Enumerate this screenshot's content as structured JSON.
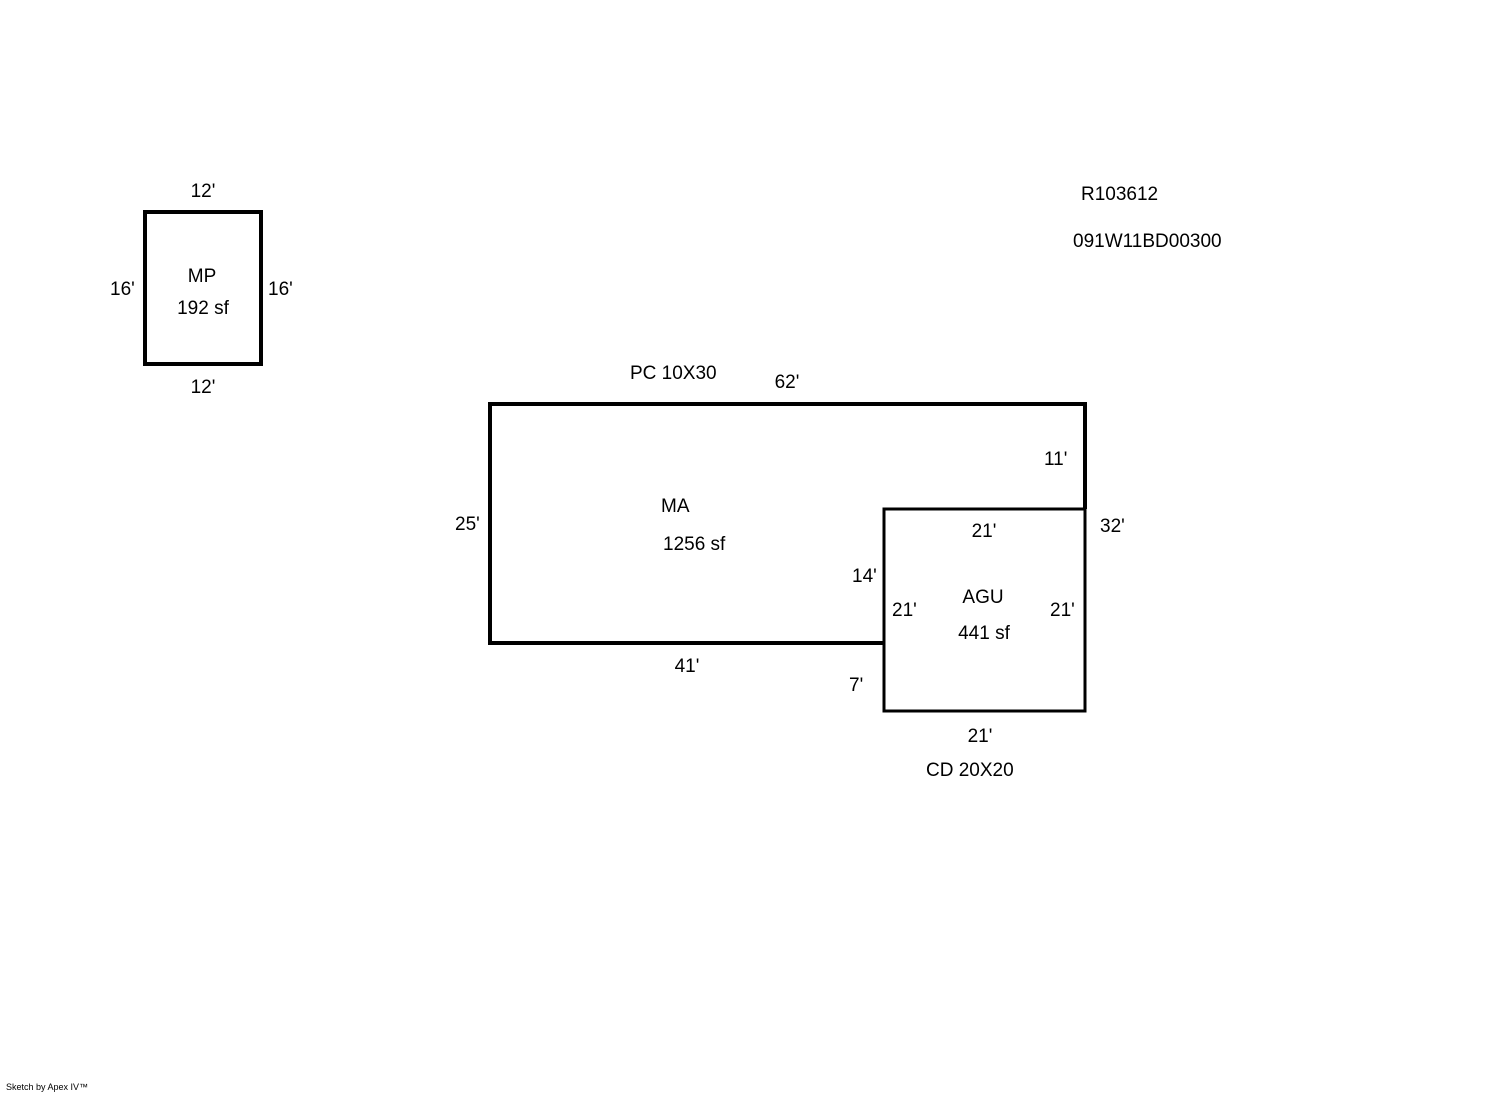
{
  "ids": {
    "account": "R103612",
    "map_number": "091W11BD00300"
  },
  "mp": {
    "code": "MP",
    "area": "192 sf",
    "top": "12'",
    "bottom": "12'",
    "left": "16'",
    "right": "16'"
  },
  "ma": {
    "code": "MA",
    "area": "1256 sf",
    "top": "62'",
    "left": "25'",
    "bottom": "41'",
    "right_upper": "11'",
    "right_total": "32'",
    "inner_vertical": "14'",
    "inner_lower": "7'",
    "top_note": "PC  10X30"
  },
  "agu": {
    "code": "AGU",
    "area": "441 sf",
    "top": "21'",
    "bottom": "21'",
    "left": "21'",
    "right": "21'",
    "bottom_note": "CD  20X20"
  },
  "footer": {
    "credit": "Sketch by Apex IV™"
  }
}
